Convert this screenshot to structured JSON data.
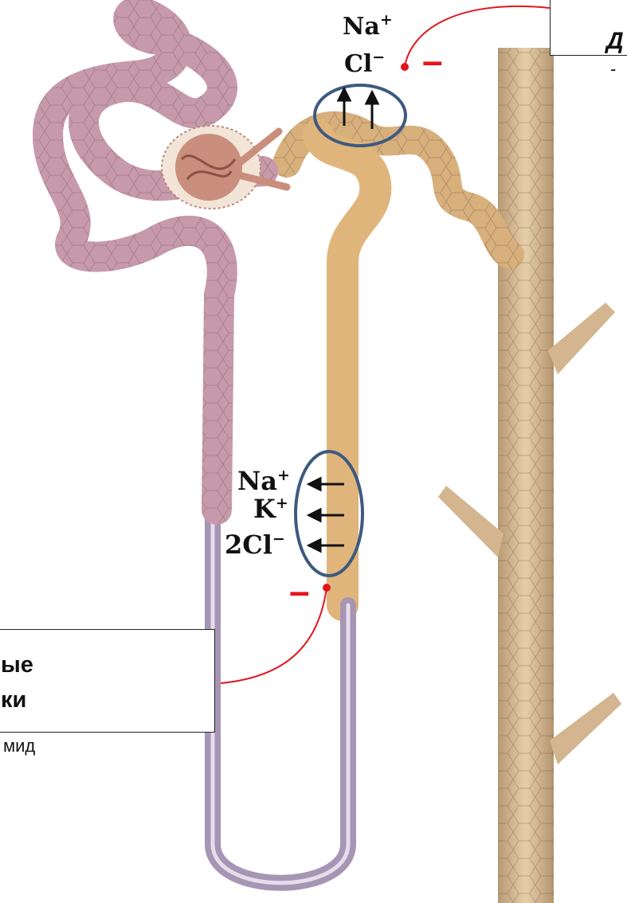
{
  "top_ions": {
    "na": "Na",
    "na_charge": "+",
    "cl": "Cl",
    "cl_charge": "−"
  },
  "top_minus": "–",
  "bottom_ions": {
    "na": "Na",
    "na_charge": "+",
    "k": "K",
    "k_charge": "+",
    "cl": "2Cl",
    "cl_charge": "−"
  },
  "bottom_minus": "–",
  "top_right_box": {
    "text": "Д"
  },
  "top_right_below": {
    "text": "-"
  },
  "bottom_left_box": {
    "line1": "ые",
    "line2": "ки"
  },
  "bottom_left_below": {
    "text": "мид"
  },
  "colors": {
    "proximal_tubule": "#c79aab",
    "distal_tubule": "#dfb57c",
    "collecting_duct": "#d4b793",
    "thin_limb": "#b3a0bc",
    "glomerulus": "#c98e7c",
    "oval_outline": "#3d5a80",
    "pointer_line": "#e3141d"
  }
}
